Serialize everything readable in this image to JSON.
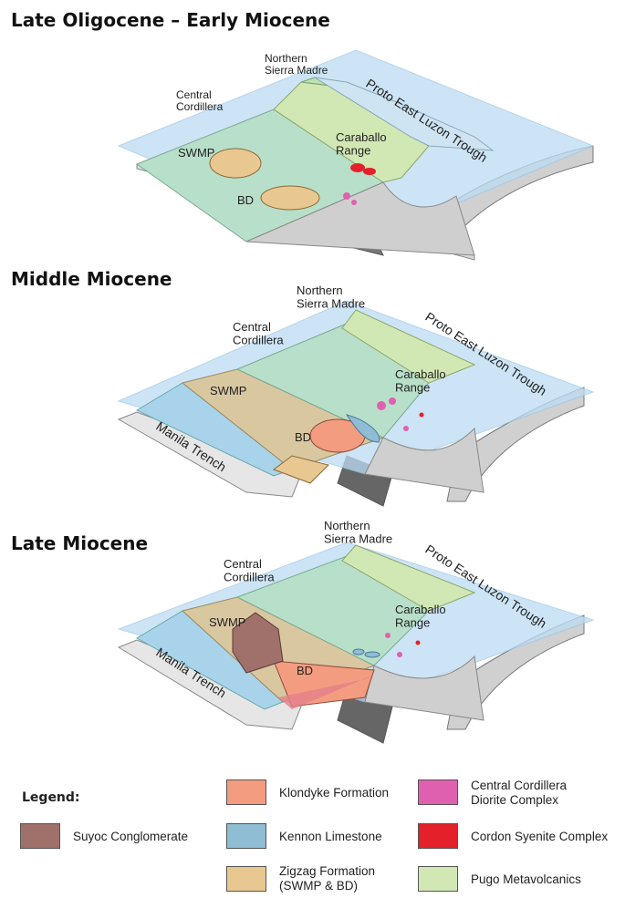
{
  "panels": [
    {
      "title": "Late Oligocene – Early Miocene",
      "labels": {
        "northern": "Northern\nSierra Madre",
        "central": "Central\nCordillera",
        "caraballo": "Caraballo\nRange",
        "trough": "Proto East Luzon Trough",
        "swmp": "SWMP",
        "bd": "BD"
      }
    },
    {
      "title": "Middle Miocene",
      "labels": {
        "northern": "Northern\nSierra Madre",
        "central": "Central\nCordillera",
        "caraballo": "Caraballo\nRange",
        "trough": "Proto East Luzon Trough",
        "swmp": "SWMP",
        "bd": "BD",
        "trench": "Manila Trench"
      }
    },
    {
      "title": "Late Miocene",
      "labels": {
        "northern": "Northern\nSierra Madre",
        "central": "Central\nCordillera",
        "caraballo": "Caraballo\nRange",
        "trough": "Proto East Luzon Trough",
        "swmp": "SWMP",
        "bd": "BD",
        "trench": "Manila Trench"
      }
    }
  ],
  "legend": {
    "title": "Legend:",
    "items": [
      {
        "label": "Suyoc Conglomerate",
        "color": "#a0706a"
      },
      {
        "label": "Klondyke Formation",
        "color": "#f39c80"
      },
      {
        "label": "Kennon Limestone",
        "color": "#8fbdd3"
      },
      {
        "label": "Zigzag Formation\n(SWMP & BD)",
        "color": "#e8c890"
      },
      {
        "label": "Central Cordillera\nDiorite Complex",
        "color": "#e060b0"
      },
      {
        "label": "Cordon Syenite Complex",
        "color": "#e4202a"
      },
      {
        "label": "Pugo Metavolcanics",
        "color": "#d2e8b4"
      }
    ]
  }
}
